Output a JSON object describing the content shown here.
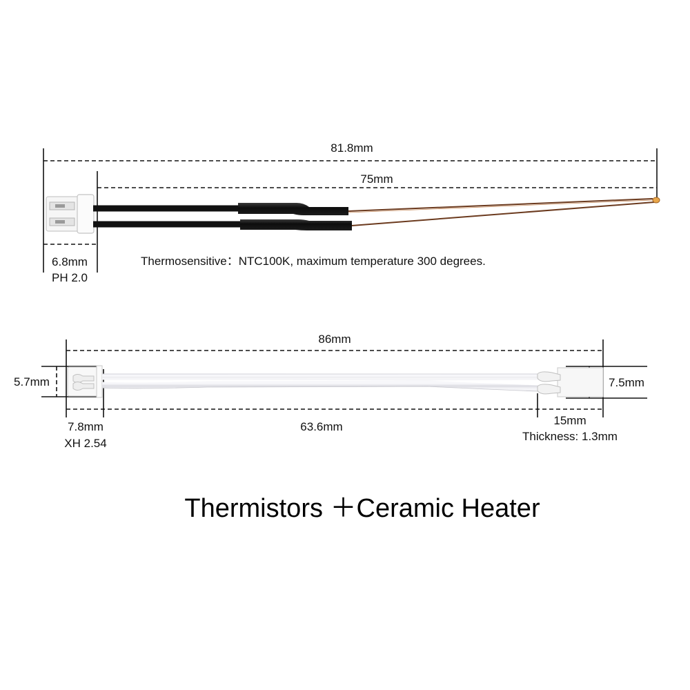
{
  "thermistor": {
    "overall_length": "81.8mm",
    "wire_length": "75mm",
    "connector_width": "6.8mm",
    "connector_type": "PH 2.0",
    "spec_text": "Thermosensitive：NTC100K, maximum temperature 300 degrees."
  },
  "heater": {
    "overall_length": "86mm",
    "connector_height": "5.7mm",
    "connector_width": "7.8mm",
    "connector_type": "XH 2.54",
    "wire_length": "63.6mm",
    "element_length": "15mm",
    "element_thickness": "Thickness: 1.3mm",
    "element_height": "7.5mm"
  },
  "title": "Thermistors  ＋Ceramic Heater",
  "colors": {
    "wire_black": "#111111",
    "wire_copper": "#6b3a1e",
    "sleeve_black": "#1a1a1a",
    "connector_white": "#f4f4f4",
    "heater_wire": "#e6e6ea",
    "bead": "#e8a64a"
  }
}
